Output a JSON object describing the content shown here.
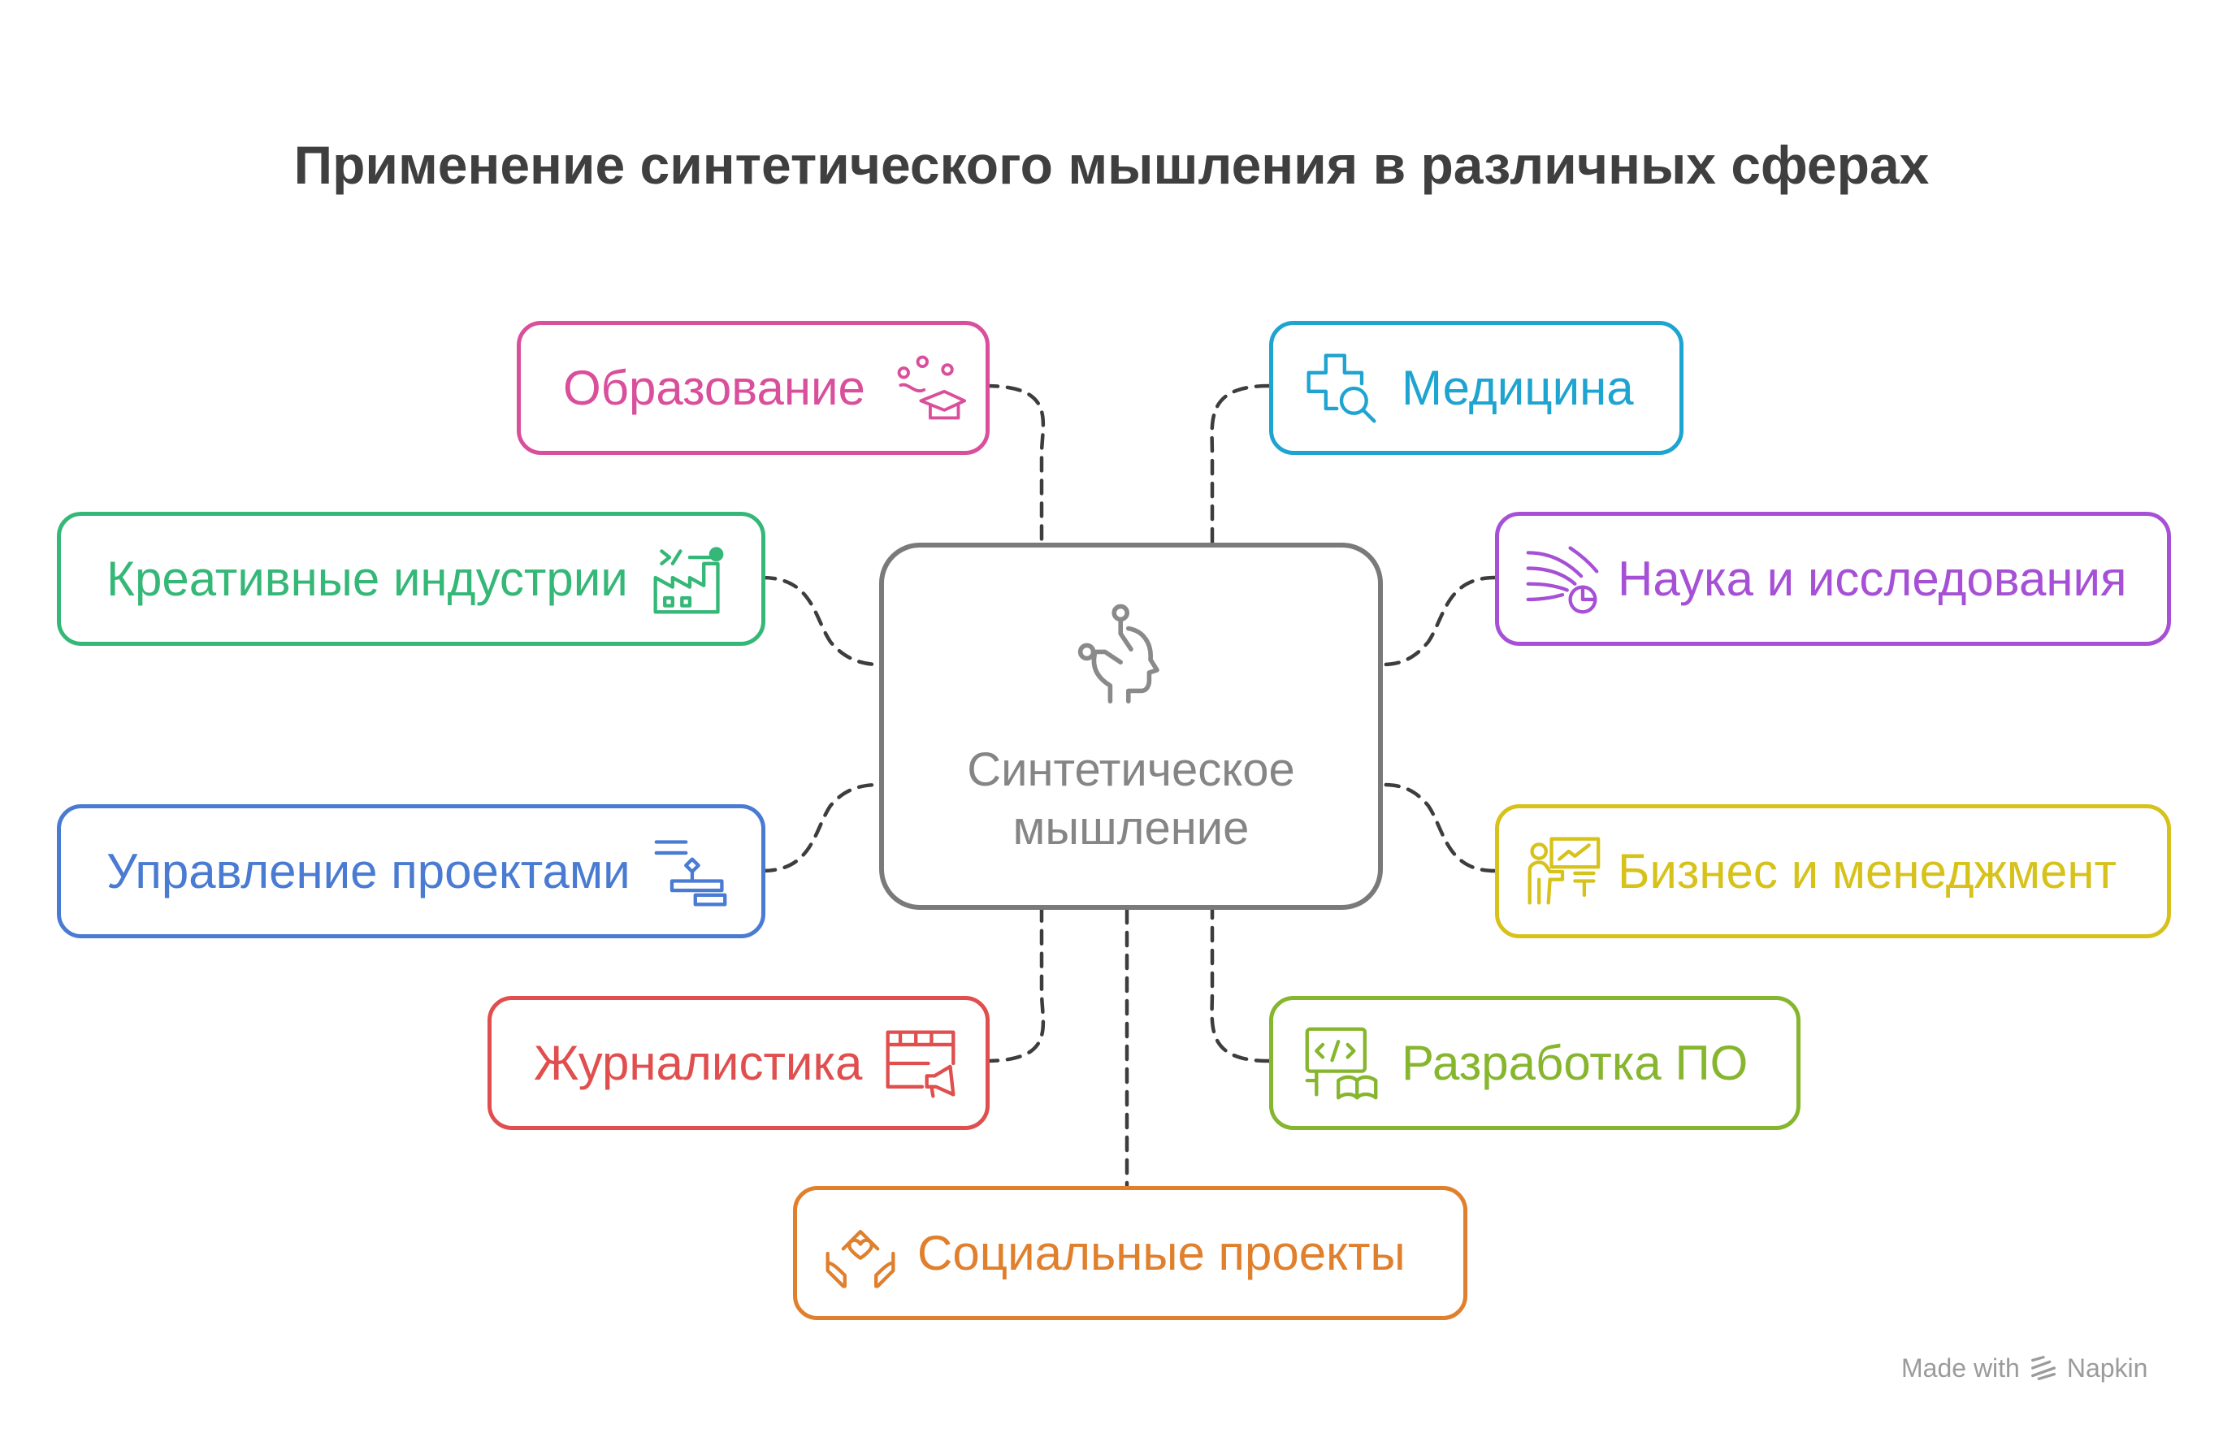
{
  "title": "Применение синтетического мышления в различных сферах",
  "center": {
    "label": "Синтетическое мышление",
    "icon": "head-nodes-icon",
    "color": "#7a7a7a"
  },
  "nodes": {
    "education": {
      "label": "Образование",
      "icon": "graduation-cap-icon",
      "color": "#d94f9c"
    },
    "medicine": {
      "label": "Медицина",
      "icon": "medical-search-icon",
      "color": "#1ea4d0"
    },
    "creative": {
      "label": "Креативные индустрии",
      "icon": "factory-icon",
      "color": "#35b877"
    },
    "science": {
      "label": "Наука и исследования",
      "icon": "data-flow-icon",
      "color": "#a650d6"
    },
    "project": {
      "label": "Управление проектами",
      "icon": "gantt-icon",
      "color": "#4a7bd2"
    },
    "business": {
      "label": "Бизнес и менеджмент",
      "icon": "presenter-icon",
      "color": "#d6c21a"
    },
    "journalism": {
      "label": "Журналистика",
      "icon": "megaphone-icon",
      "color": "#e04e4e"
    },
    "software": {
      "label": "Разработка ПО",
      "icon": "code-screen-icon",
      "color": "#86b52e"
    },
    "social": {
      "label": "Социальные проекты",
      "icon": "heart-hands-icon",
      "color": "#e07f2c"
    }
  },
  "credit": {
    "text": "Made with",
    "brand": "Napkin",
    "icon": "napkin-logo-icon"
  }
}
